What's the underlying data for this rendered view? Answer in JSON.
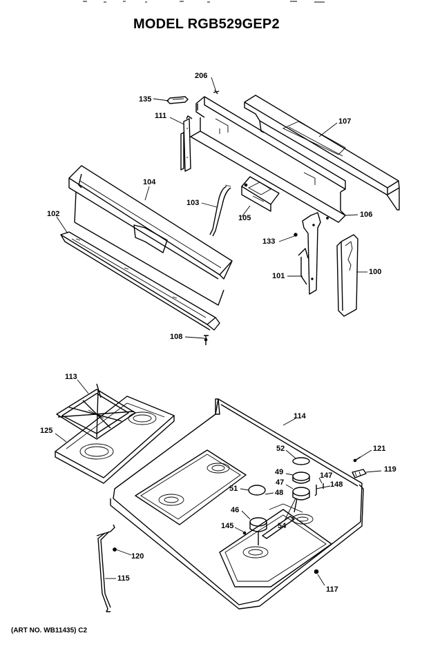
{
  "title": "MODEL RGB529GEP2",
  "art_number": "(ART NO. WB11435) C2",
  "parts": [
    {
      "id": "p206",
      "label": "206"
    },
    {
      "id": "p135",
      "label": "135"
    },
    {
      "id": "p111",
      "label": "111"
    },
    {
      "id": "p107",
      "label": "107"
    },
    {
      "id": "p104",
      "label": "104"
    },
    {
      "id": "p103",
      "label": "103"
    },
    {
      "id": "p105",
      "label": "105"
    },
    {
      "id": "p106",
      "label": "106"
    },
    {
      "id": "p102",
      "label": "102"
    },
    {
      "id": "p133",
      "label": "133"
    },
    {
      "id": "p101",
      "label": "101"
    },
    {
      "id": "p100",
      "label": "100"
    },
    {
      "id": "p108",
      "label": "108"
    },
    {
      "id": "p113",
      "label": "113"
    },
    {
      "id": "p114",
      "label": "114"
    },
    {
      "id": "p125",
      "label": "125"
    },
    {
      "id": "p121",
      "label": "121"
    },
    {
      "id": "p52",
      "label": "52"
    },
    {
      "id": "p49",
      "label": "49"
    },
    {
      "id": "p119",
      "label": "119"
    },
    {
      "id": "p47",
      "label": "47"
    },
    {
      "id": "p147",
      "label": "147"
    },
    {
      "id": "p51",
      "label": "51"
    },
    {
      "id": "p48",
      "label": "48"
    },
    {
      "id": "p148",
      "label": "148"
    },
    {
      "id": "p46",
      "label": "46"
    },
    {
      "id": "p145",
      "label": "145"
    },
    {
      "id": "p54",
      "label": "54"
    },
    {
      "id": "p120",
      "label": "120"
    },
    {
      "id": "p115",
      "label": "115"
    },
    {
      "id": "p117",
      "label": "117"
    }
  ]
}
